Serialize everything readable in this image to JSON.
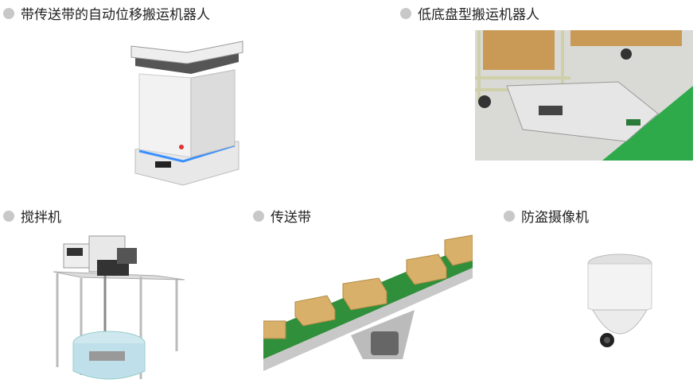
{
  "items": [
    {
      "label": "带传送带的自动位移搬运机器人",
      "image": "conveyor-amr-robot"
    },
    {
      "label": "低底盘型搬运机器人",
      "image": "low-floor-transport-robot"
    },
    {
      "label": "搅拌机",
      "image": "mixer"
    },
    {
      "label": "传送带",
      "image": "conveyor-belt"
    },
    {
      "label": "防盗摄像机",
      "image": "security-camera"
    }
  ],
  "colors": {
    "bullet": "#c8c8c8",
    "floor_green": "#2eaa4a",
    "belt_green": "#2f8f3a",
    "box": "#d8b06a"
  }
}
